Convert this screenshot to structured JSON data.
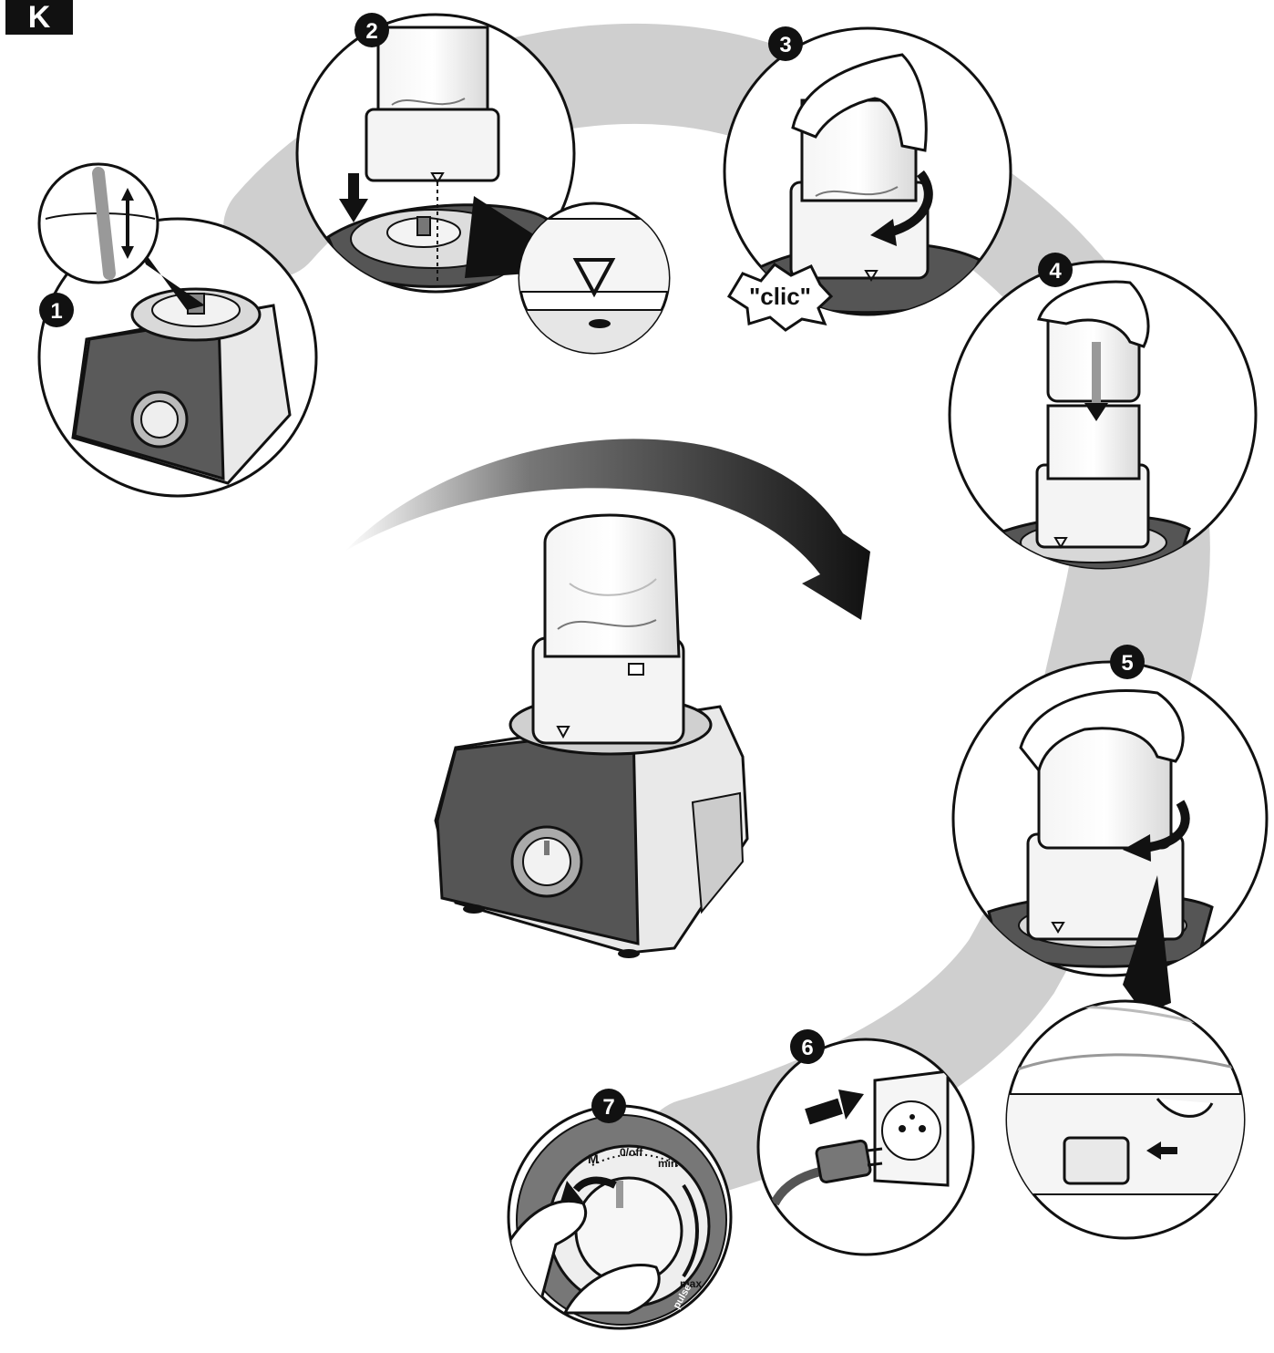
{
  "figure": {
    "section_label": "K",
    "steps": [
      "1",
      "2",
      "3",
      "4",
      "5",
      "6",
      "7"
    ],
    "sound_label": "\"clic\"",
    "dial_labels": {
      "pulse": "M",
      "off": "0/off",
      "min": "min",
      "max": "max",
      "pulse_word": "pulse"
    }
  },
  "colors": {
    "ink": "#111111",
    "gray_path": "#cfcfcf",
    "dark_panel": "#555555",
    "mid_gray": "#8a8a8a",
    "light_gray": "#e8e8e8",
    "white": "#ffffff"
  }
}
